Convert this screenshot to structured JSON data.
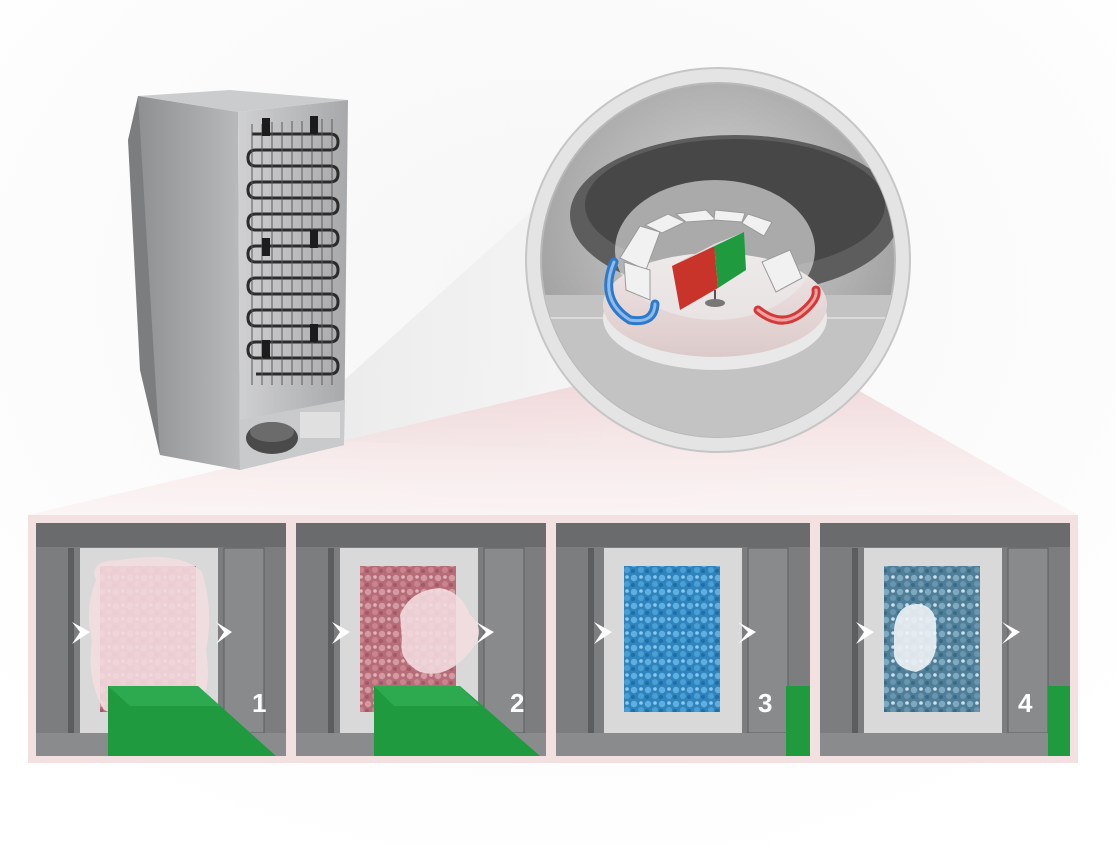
{
  "illustration": {
    "subject": "refrigerator-magnetocaloric-cooling",
    "colors": {
      "background": "#ffffff",
      "fridge_body": "#a9aaac",
      "condenser_coil": "#2b2b2b",
      "magnifier_rim": "#d8d8d8",
      "hot_side": "#d23a3a",
      "cold_side": "#2f79c9",
      "magnet_red": "#c8342a",
      "magnet_green": "#1f9a3e",
      "panel_frame": "#f3e1e1",
      "panel_bg": "#7c7d7f",
      "material_heated": "#d9a7ae",
      "material_cooled": "#3d98cf",
      "green_magnet_panel": "#27a24c"
    }
  },
  "panels": [
    {
      "number": "1"
    },
    {
      "number": "2"
    },
    {
      "number": "3"
    },
    {
      "number": "4"
    }
  ]
}
